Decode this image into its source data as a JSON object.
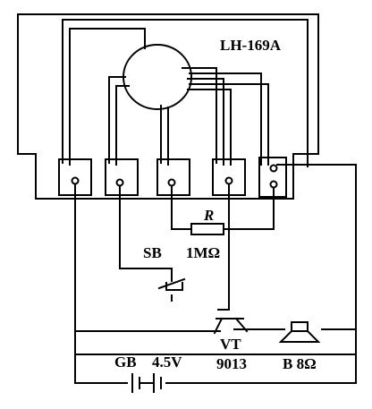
{
  "chip": {
    "model": "LH-169A"
  },
  "components": {
    "resistor": {
      "symbol": "R",
      "value": "1MΩ"
    },
    "switch": {
      "label": "SB"
    },
    "transistor": {
      "designator": "VT",
      "part": "9013"
    },
    "speaker": {
      "label": "B 8Ω"
    },
    "battery": {
      "label": "GB",
      "voltage": "4.5V"
    }
  }
}
